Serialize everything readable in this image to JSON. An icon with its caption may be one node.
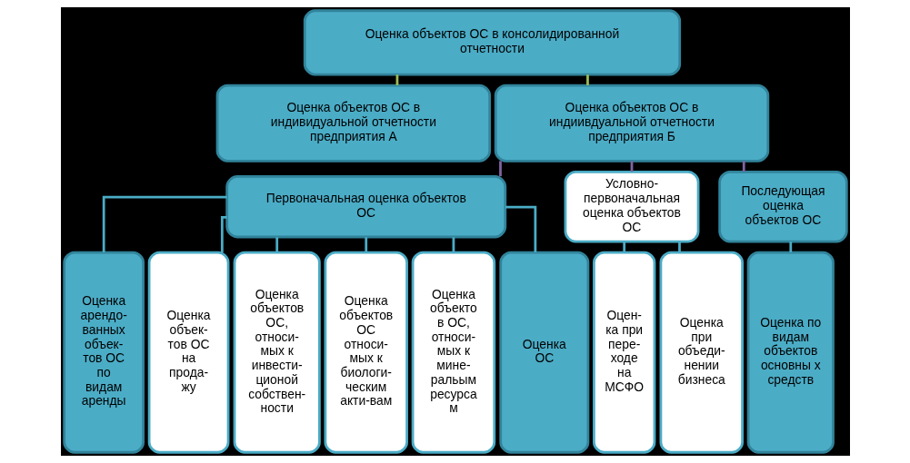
{
  "diagram": {
    "nodes": [
      {
        "text": [
          "Оценка объектов ОС в консолидированной отчетности"
        ]
      },
      {
        "text": [
          "Оценка объектов ОС в индивидуальной отчетности предприятия А"
        ]
      },
      {
        "text": [
          "Оценка объектов ОС в индиивдуальной отчетности предприятия Б"
        ]
      },
      {
        "text": [
          "Первоначальная оценка объектов ОС"
        ]
      },
      {
        "text": [
          "Условно- первоначальная оценка объектов ОС"
        ]
      },
      {
        "text": [
          "Последующая оценка объектов ОС"
        ]
      },
      {
        "text": [
          "Оценка арендо- ванных объек- тов ОС по видам аренды"
        ]
      },
      {
        "text": [
          "Оценка объек- тов ОС на прода- жу"
        ]
      },
      {
        "text": [
          "Оценка объектов ОС, относи- мых к инвести- ционой собствен- ности"
        ]
      },
      {
        "text": [
          "Оценка объектов ОС относи- мых к биологи- ческим акти-вам"
        ]
      },
      {
        "text": [
          "Оценка объекто в ОС, относи- мых к мине- ральым ресурса м"
        ]
      },
      {
        "text": [
          "Оценка ОС"
        ]
      },
      {
        "text": [
          "Оцен- ка при пере- ходе на МСФО"
        ]
      },
      {
        "text": [
          "Оценка при объеди- нении бизнеса"
        ]
      },
      {
        "text": [
          "Оценка по видам объектов основны х средств"
        ]
      }
    ],
    "edges": [
      {
        "from": 0,
        "to": 1,
        "arrow": "none",
        "color": "#9bbb59"
      },
      {
        "from": 0,
        "to": 2,
        "arrow": "none",
        "color": "#9bbb59"
      },
      {
        "from": 2,
        "to": 3,
        "arrow": "none",
        "color": "#8064a2"
      },
      {
        "from": 2,
        "to": 4,
        "arrow": "none",
        "color": "#8064a2"
      },
      {
        "from": 2,
        "to": 5,
        "arrow": "none",
        "color": "#8064a2"
      },
      {
        "from": 3,
        "to": 6,
        "arrow": "none"
      },
      {
        "from": 3,
        "to": 7,
        "arrow": "none"
      },
      {
        "from": 3,
        "to": 8,
        "arrow": "none"
      },
      {
        "from": 3,
        "to": 9,
        "arrow": "none"
      },
      {
        "from": 3,
        "to": 10,
        "arrow": "none"
      },
      {
        "from": 3,
        "to": 11,
        "arrow": "none"
      },
      {
        "from": 4,
        "to": 12,
        "arrow": "none"
      },
      {
        "from": 4,
        "to": 13,
        "arrow": "none"
      },
      {
        "from": 5,
        "to": 14,
        "arrow": "none"
      }
    ]
  }
}
